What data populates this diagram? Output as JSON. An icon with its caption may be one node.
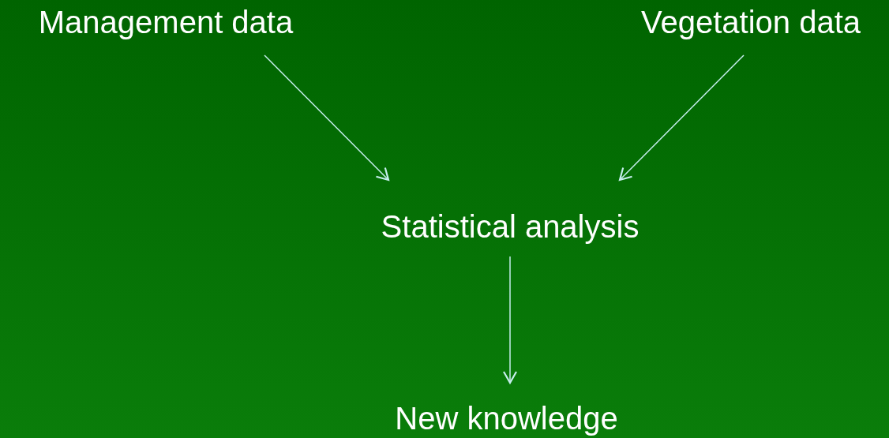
{
  "diagram": {
    "nodes": [
      {
        "text": [
          "Management data"
        ]
      },
      {
        "text": [
          "Vegetation data"
        ]
      },
      {
        "text": [
          "Statistical analysis"
        ]
      },
      {
        "text": [
          "New knowledge"
        ]
      }
    ],
    "edges": [
      {
        "from": 0,
        "to": 2,
        "arrow": "to"
      },
      {
        "from": 1,
        "to": 2,
        "arrow": "to"
      },
      {
        "from": 2,
        "to": 3,
        "arrow": "to"
      }
    ]
  }
}
